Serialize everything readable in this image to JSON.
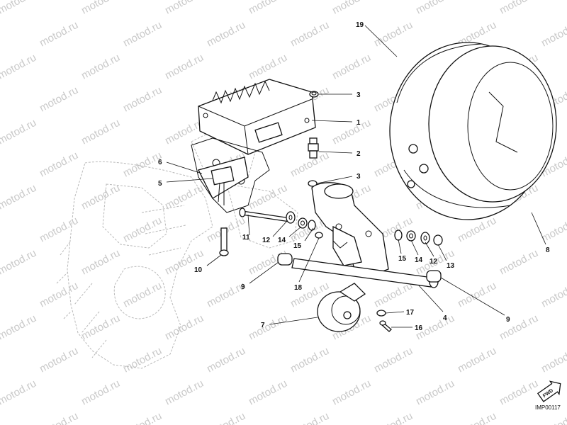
{
  "watermark": "motod.ru",
  "drawing_code": "IMP00117",
  "fwd_label": "FWD",
  "callouts": [
    {
      "id": "c19a",
      "label": "19"
    },
    {
      "id": "c3a",
      "label": "3"
    },
    {
      "id": "c1",
      "label": "1"
    },
    {
      "id": "c2",
      "label": "2"
    },
    {
      "id": "c3b",
      "label": "3"
    },
    {
      "id": "c6",
      "label": "6"
    },
    {
      "id": "c5",
      "label": "5"
    },
    {
      "id": "c11",
      "label": "11"
    },
    {
      "id": "c12a",
      "label": "12"
    },
    {
      "id": "c14a",
      "label": "14"
    },
    {
      "id": "c15a",
      "label": "15"
    },
    {
      "id": "c15b",
      "label": "15"
    },
    {
      "id": "c14b",
      "label": "14"
    },
    {
      "id": "c12b",
      "label": "12"
    },
    {
      "id": "c13",
      "label": "13"
    },
    {
      "id": "c8",
      "label": "8"
    },
    {
      "id": "c10",
      "label": "10"
    },
    {
      "id": "c9a",
      "label": "9"
    },
    {
      "id": "c18",
      "label": "18"
    },
    {
      "id": "c4",
      "label": "4"
    },
    {
      "id": "c9b",
      "label": "9"
    },
    {
      "id": "c17",
      "label": "17"
    },
    {
      "id": "c7",
      "label": "7"
    },
    {
      "id": "c16",
      "label": "16"
    }
  ]
}
